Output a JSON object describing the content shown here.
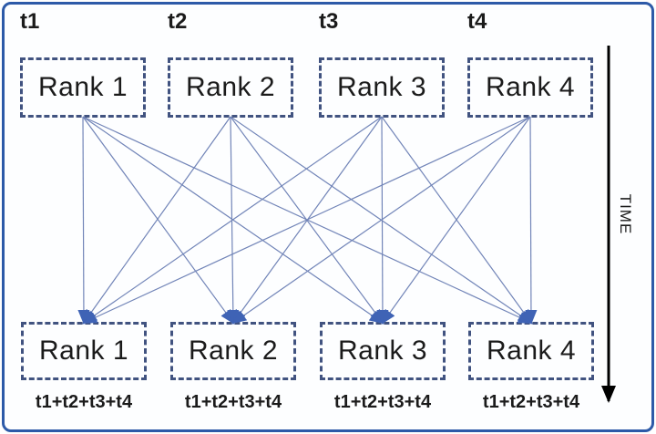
{
  "diagram": {
    "time_labels": [
      "t1",
      "t2",
      "t3",
      "t4"
    ],
    "top_nodes": [
      "Rank 1",
      "Rank 2",
      "Rank 3",
      "Rank 4"
    ],
    "bottom_nodes": [
      "Rank 1",
      "Rank 2",
      "Rank 3",
      "Rank 4"
    ],
    "bottom_sublabels": [
      "t1+t2+t3+t4",
      "t1+t2+t3+t4",
      "t1+t2+t3+t4",
      "t1+t2+t3+t4"
    ],
    "axis_label": "TIME",
    "connections": "all-to-all",
    "colors": {
      "frame_border": "#2d5aa8",
      "box_dash": "#415380",
      "edge_line": "#7285b8",
      "arrowhead": "#3f63b5",
      "axis": "#000000",
      "text": "#1b1b1b"
    }
  }
}
